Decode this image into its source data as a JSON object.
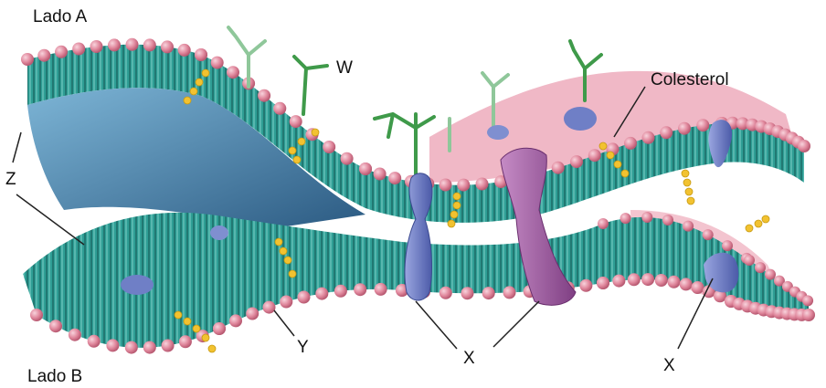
{
  "labels": {
    "side_a": "Lado A",
    "side_b": "Lado B",
    "w": "W",
    "z": "Z",
    "y": "Y",
    "x_left": "X",
    "x_right": "X",
    "cholesterol": "Colesterol"
  },
  "colors": {
    "phospholipid_head": "#e0879c",
    "head_highlight": "#f6c6d2",
    "lipid_tail": "#2f9e95",
    "tail_dark": "#1d6f6a",
    "inner_shadow": "#3f6f9a",
    "protein_blue": "#6f7fc6",
    "protein_purple": "#a862a8",
    "glycan": "#3f9a4a",
    "cholesterol": "#f2c230",
    "pointer_line": "#222222"
  }
}
